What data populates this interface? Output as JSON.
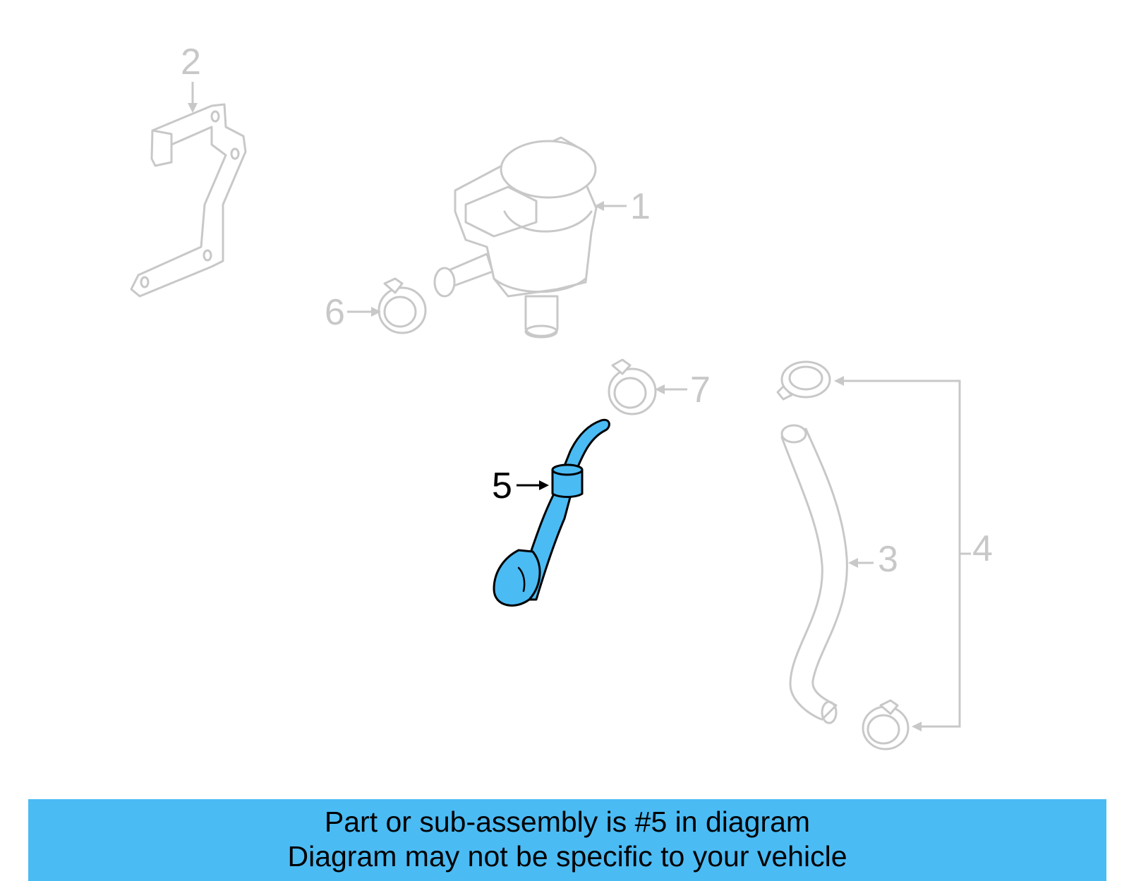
{
  "diagram": {
    "callouts": [
      {
        "id": "1",
        "label": "1"
      },
      {
        "id": "2",
        "label": "2"
      },
      {
        "id": "3",
        "label": "3"
      },
      {
        "id": "4",
        "label": "4"
      },
      {
        "id": "5",
        "label": "5"
      },
      {
        "id": "6",
        "label": "6"
      },
      {
        "id": "7",
        "label": "7"
      }
    ],
    "highlighted_part": "5",
    "colors": {
      "highlight": "#4bbbf4",
      "ghost_line": "#c8c8c8",
      "banner": "#4bbbf4"
    }
  },
  "banner": {
    "line1": "Part or sub-assembly is #5 in diagram",
    "line2": "Diagram may not be specific to your vehicle"
  }
}
